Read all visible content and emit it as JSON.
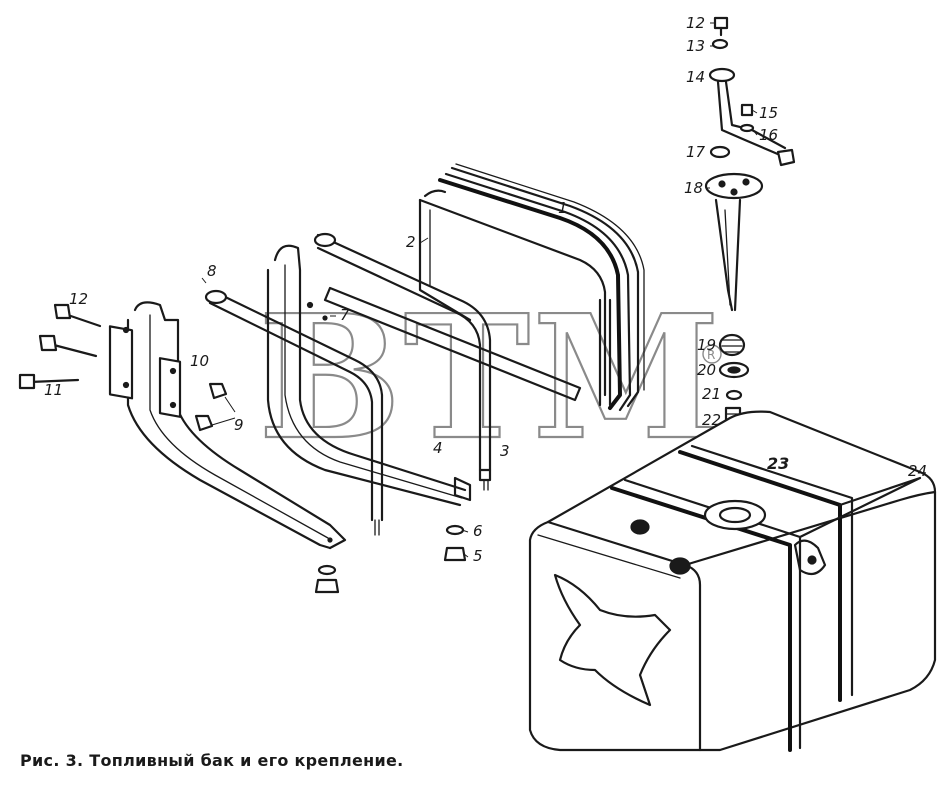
{
  "caption": "Рис. 3. Топливный бак и его крепление.",
  "watermark": "BTM",
  "watermark_mark": "R",
  "callouts": {
    "p1": "1",
    "p2": "2",
    "p3": "3",
    "p4": "4",
    "p5": "5",
    "p6": "6",
    "p7": "7",
    "p8": "8",
    "p9": "9",
    "p10": "10",
    "p11": "11",
    "p12": "12",
    "p12b": "12",
    "p13": "13",
    "p14": "14",
    "p15": "15",
    "p16": "16",
    "p17": "17",
    "p18": "18",
    "p19": "19",
    "p20": "20",
    "p21": "21",
    "p22": "22",
    "p23": "23",
    "p24": "24"
  }
}
